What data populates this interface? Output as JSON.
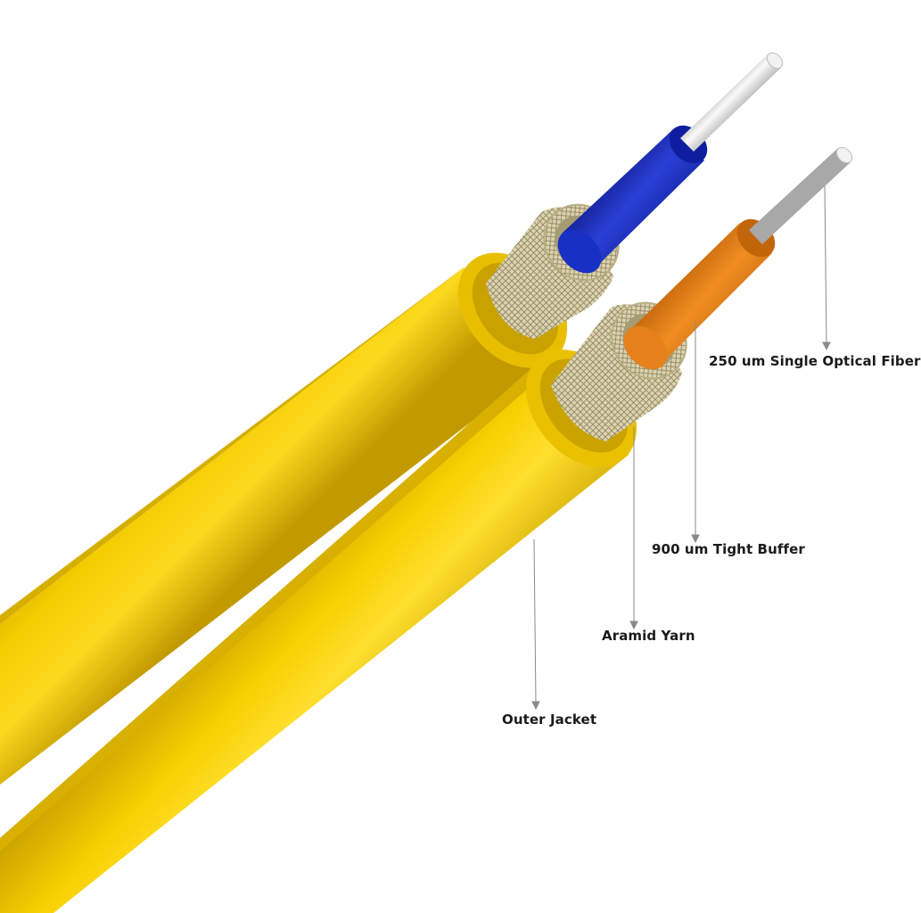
{
  "labels": {
    "fiber": "250 um Single Optical Fiber",
    "buffer": "900 um Tight Buffer",
    "yarn": "Aramid Yarn",
    "jacket": "Outer Jacket"
  },
  "colors": {
    "jacket": "#F2C700",
    "jacket_dark": "#B89600",
    "jacket_light": "#FFE24D",
    "yarn": "#D8CFA8",
    "buffer_blue": "#1226B4",
    "buffer_orange": "#E07A10",
    "fiber": "#E6E6E6"
  }
}
